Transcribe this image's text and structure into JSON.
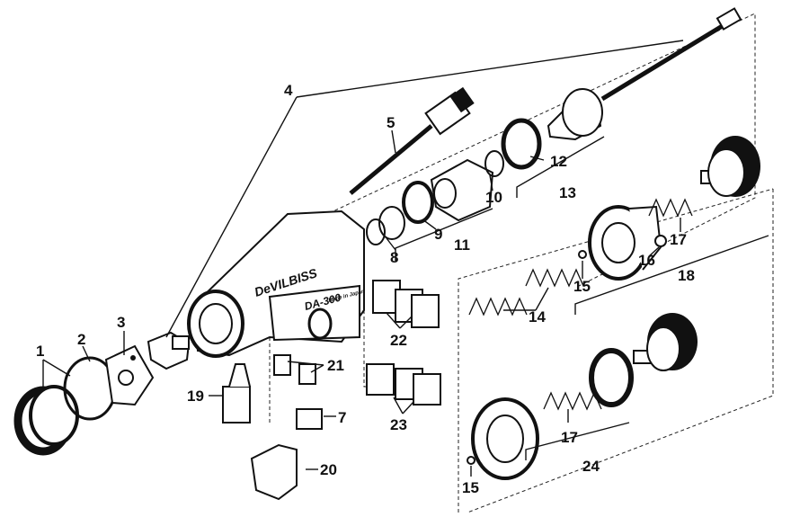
{
  "gun_body": {
    "brand_text": "DeVILBISS",
    "model_text": "DA-300",
    "made_text": "Made in Japan"
  },
  "labels": {
    "p1": "1",
    "p2": "2",
    "p3": "3",
    "p4": "4",
    "p5": "5",
    "p7": "7",
    "p8": "8",
    "p9": "9",
    "p10": "10",
    "p11": "11",
    "p12": "12",
    "p13": "13",
    "p14": "14",
    "p15a": "15",
    "p15b": "15",
    "p16": "16",
    "p17a": "17",
    "p17b": "17",
    "p18": "18",
    "p19": "19",
    "p20": "20",
    "p21": "21",
    "p22": "22",
    "p23": "23",
    "p24": "24"
  }
}
